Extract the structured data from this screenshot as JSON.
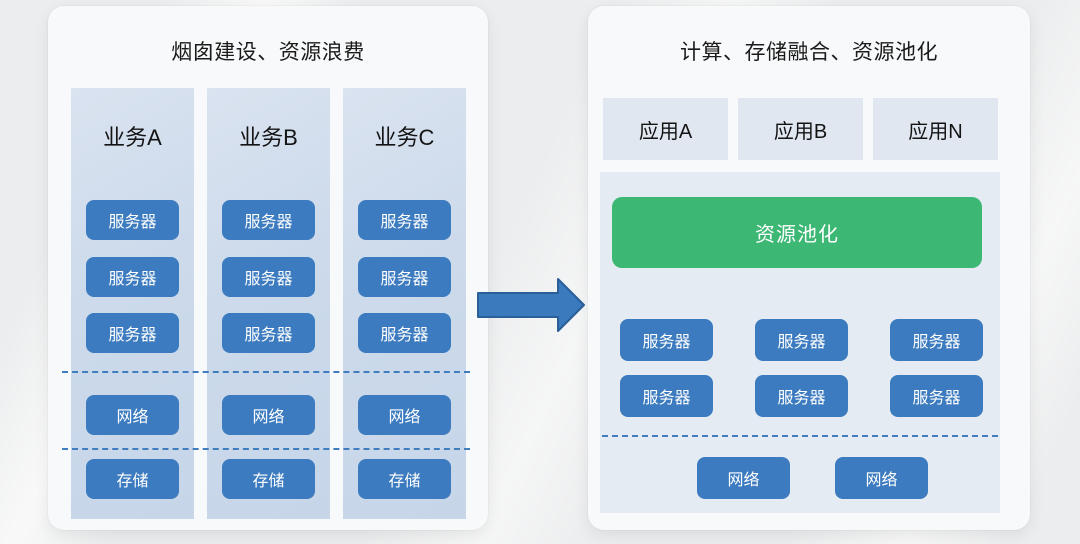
{
  "left_panel": {
    "title": "烟囱建设、资源浪费",
    "columns": [
      {
        "title": "业务A",
        "servers": [
          "服务器",
          "服务器",
          "服务器"
        ],
        "network": "网络",
        "storage": "存储"
      },
      {
        "title": "业务B",
        "servers": [
          "服务器",
          "服务器",
          "服务器"
        ],
        "network": "网络",
        "storage": "存储"
      },
      {
        "title": "业务C",
        "servers": [
          "服务器",
          "服务器",
          "服务器"
        ],
        "network": "网络",
        "storage": "存储"
      }
    ]
  },
  "right_panel": {
    "title": "计算、存储融合、资源池化",
    "apps": [
      "应用A",
      "应用B",
      "应用N"
    ],
    "pool_label": "资源池化",
    "servers": [
      "服务器",
      "服务器",
      "服务器",
      "服务器",
      "服务器",
      "服务器"
    ],
    "networks": [
      "网络",
      "网络"
    ]
  },
  "icons": {
    "transform_arrow": "right-arrow-icon"
  },
  "colors": {
    "accent_blue": "#3c7bbf",
    "accent_green": "#3cb874",
    "column_fill": "#ccdaeb",
    "pool_container_fill": "#e5ebf3",
    "app_box_fill": "#e0e7f0",
    "dashed_line": "#3f7dbf",
    "card_fill": "#f8f9fa",
    "page_background": "#ecedee",
    "title_text": "#1b1b1b",
    "box_text": "#ffffff"
  }
}
